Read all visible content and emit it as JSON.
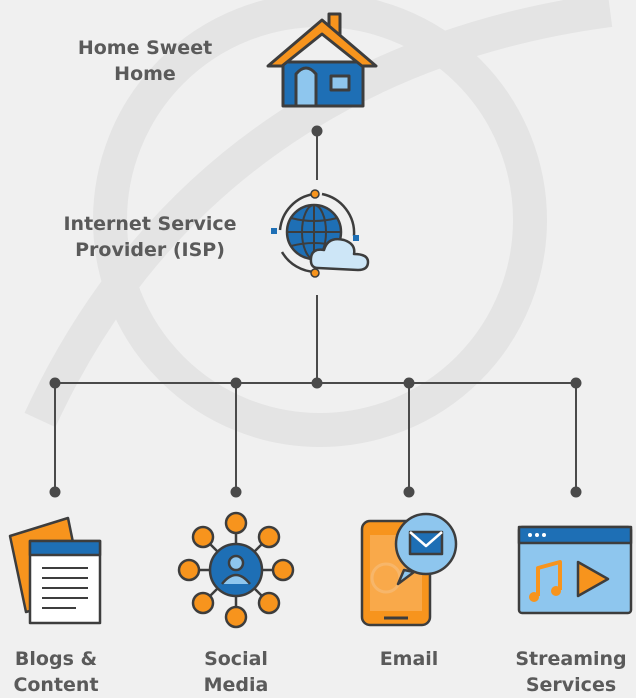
{
  "nodes": {
    "home": {
      "label": "Home Sweet\nHome",
      "icon": "house-icon"
    },
    "isp": {
      "label": "Internet Service\nProvider (ISP)",
      "icon": "globe-cloud-icon"
    },
    "blogs": {
      "label": "Blogs &\nContent",
      "icon": "documents-icon"
    },
    "social": {
      "label": "Social\nMedia",
      "icon": "social-network-icon"
    },
    "email": {
      "label": "Email",
      "icon": "phone-email-icon"
    },
    "streaming": {
      "label": "Streaming\nServices",
      "icon": "media-player-icon"
    }
  },
  "colors": {
    "background": "#f0f0f0",
    "watermark": "#e6e6e6",
    "line": "#4a4a4a",
    "orange": "#f7941d",
    "blue": "#1e6fb5",
    "light_blue": "#8ec6ee",
    "dark": "#3d3d3d",
    "text": "#5a5a5a"
  }
}
